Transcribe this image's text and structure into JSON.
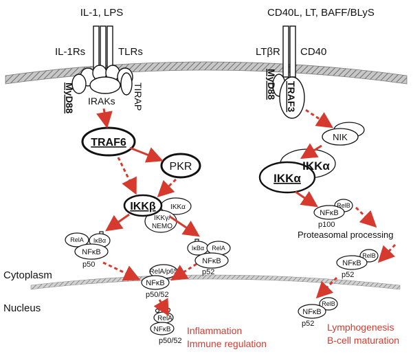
{
  "stimuli": {
    "left": "IL-1, LPS",
    "right": "CD40L, LT, BAFF/BLyS"
  },
  "receptors": {
    "il1rs": "IL-1Rs",
    "tlrs": "TLRs",
    "ltbr": "LTβR",
    "cd40": "CD40"
  },
  "adaptors": {
    "myd88_left": "MyD88",
    "irak": "IRAKs",
    "tirap": "TIRAP",
    "myd88_right": "MyD88",
    "traf3": "TRAF3"
  },
  "kinases": {
    "traf6": "TRAF6",
    "pkr": "PKR",
    "nik": "NIK",
    "ikka_big1": "IKKα",
    "ikka_big2": "IKKα",
    "ikkb": "IKKβ",
    "ikka_small": "IKKα",
    "ikkg_line1": "IKKγ/",
    "ikkg_line2": "NEMO"
  },
  "complexes": {
    "left": {
      "rela": "RelA",
      "ikba": "IκBα",
      "nfkb": "NFκB",
      "sub": "p50"
    },
    "center": {
      "ikba": "IκBα",
      "rela": "RelA",
      "nfkb": "NFκB",
      "sub": "p52"
    },
    "p100": {
      "nfkb": "NFκB",
      "relb": "RelB",
      "sub": "p100"
    },
    "cyto_right": {
      "nfkb": "NFκB",
      "relb": "RelB",
      "sub": "p52"
    },
    "translocating": {
      "rela": "RelA/p65",
      "nfkb": "NFκB",
      "sub": "p50/52"
    },
    "nuc_left": {
      "rela": "RelA",
      "nfkb": "NFκB",
      "sub": "p50/52"
    },
    "nuc_right": {
      "nfkb": "NFκB",
      "relb": "RelB",
      "sub": "p52"
    }
  },
  "labels": {
    "proteasomal": "Proteasomal processing",
    "cytoplasm": "Cytoplasm",
    "nucleus": "Nucleus"
  },
  "outcomes": {
    "left_line1": "Inflammation",
    "left_line2": "Immune regulation",
    "right_line1": "Lymphogenesis",
    "right_line2": "B-cell maturation"
  },
  "colors": {
    "arrow": "#d63a2e",
    "outcome_text": "#d63a2e",
    "membrane": "#9b9b9b"
  }
}
